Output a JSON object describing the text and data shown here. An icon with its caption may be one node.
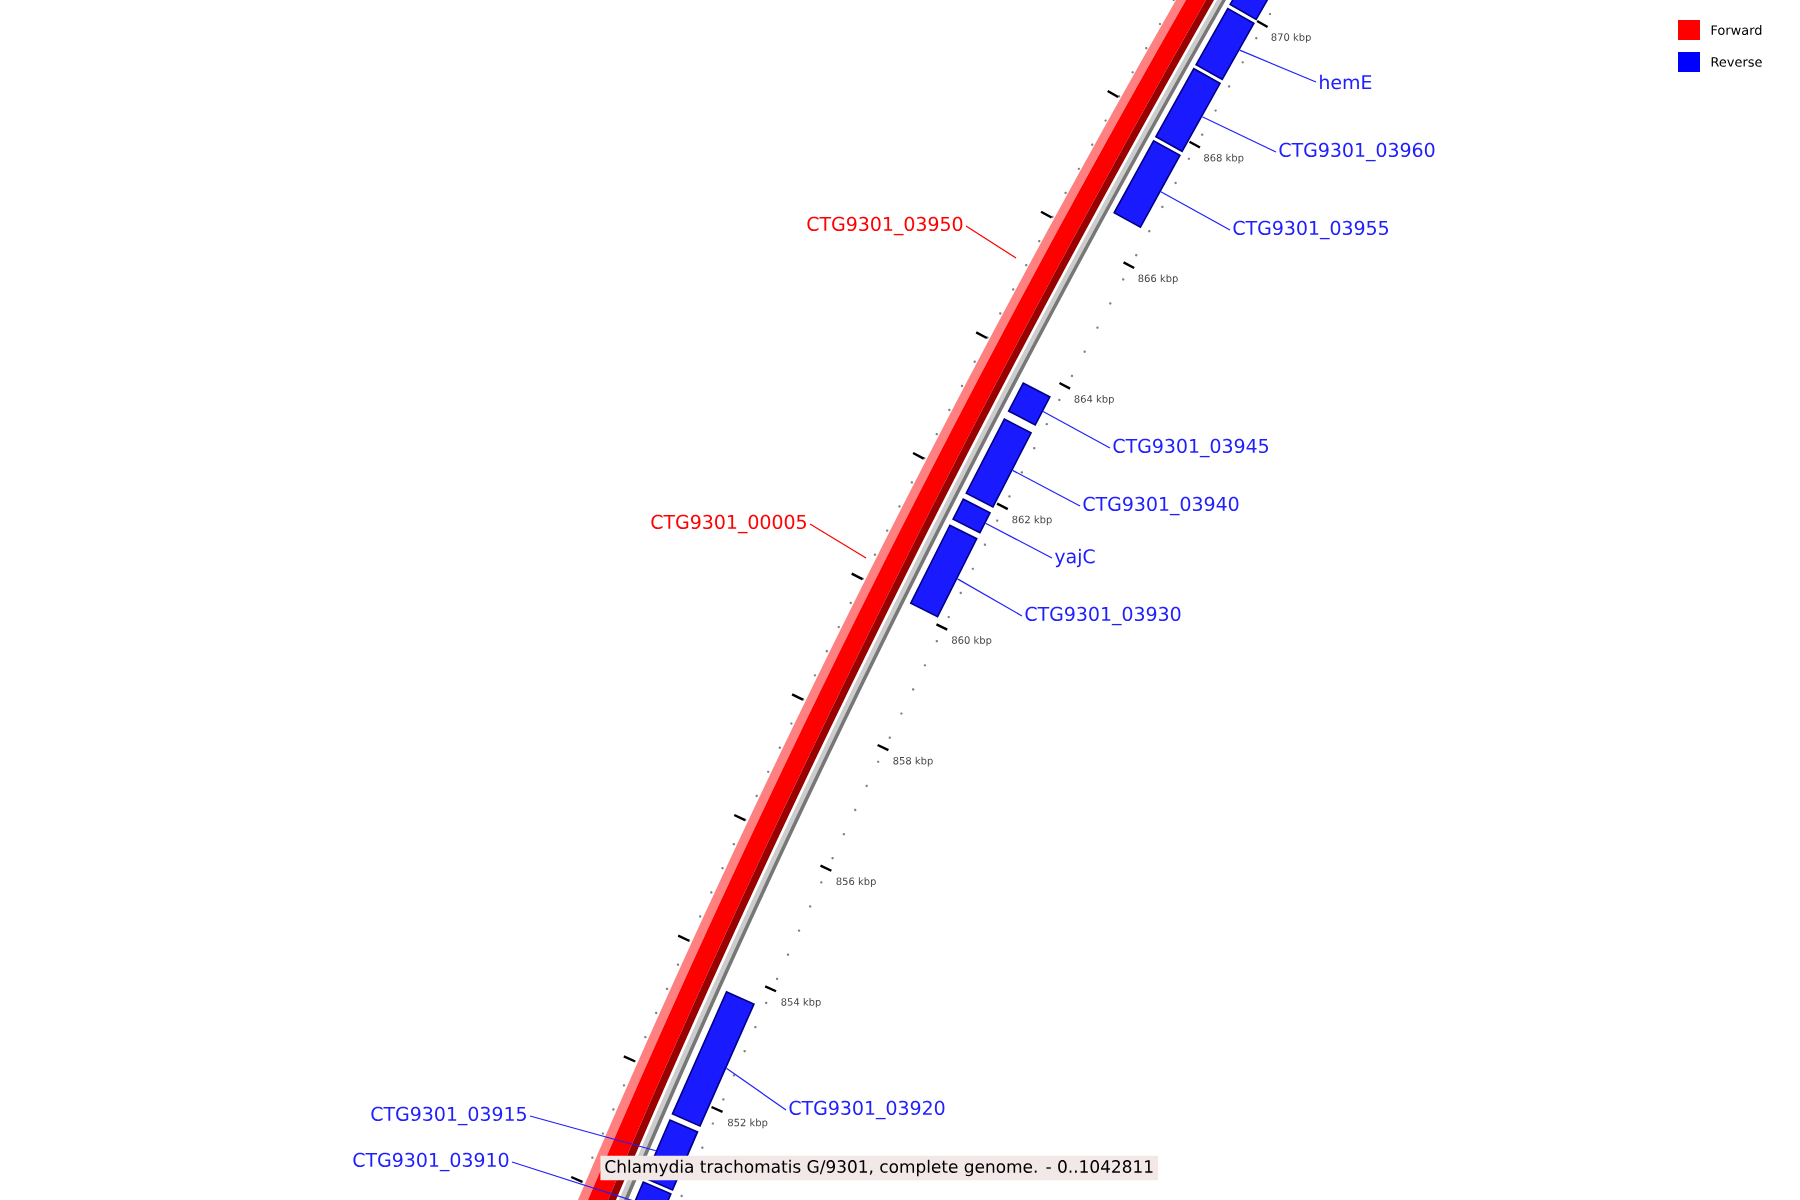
{
  "diagram": {
    "caption": "Chlamydia trachomatis G/9301, complete genome. - 0..1042811",
    "nodes": [
      {
        "text": [],
        "shape": "bar"
      },
      {
        "text": [],
        "shape": "bar"
      },
      {
        "text": [
          "hemE"
        ]
      },
      {
        "text": [],
        "shape": "bar"
      },
      {
        "text": [
          "CTG9301_03960"
        ]
      },
      {
        "text": [],
        "shape": "bar"
      },
      {
        "text": [
          "CTG9301_03955"
        ]
      },
      {
        "text": [
          "CTG9301_03950"
        ]
      },
      {
        "text": [],
        "shape": "bar"
      },
      {
        "text": [
          "CTG9301_03945"
        ]
      },
      {
        "text": [],
        "shape": "bar"
      },
      {
        "text": [
          "CTG9301_03940"
        ]
      },
      {
        "text": [],
        "shape": "bar"
      },
      {
        "text": [
          "yajC"
        ]
      },
      {
        "text": [
          "CTG9301_00005"
        ]
      },
      {
        "text": [],
        "shape": "bar"
      },
      {
        "text": [
          "CTG9301_03930"
        ]
      },
      {
        "text": [],
        "shape": "bar"
      },
      {
        "text": [
          "CTG9301_03920"
        ]
      },
      {
        "text": [
          "CTG9301_03915"
        ]
      },
      {
        "text": [],
        "shape": "bar"
      },
      {
        "text": [
          "CTG9301_03910"
        ]
      },
      {
        "text": [],
        "shape": "bar"
      }
    ],
    "edges": [
      {
        "from": 2,
        "to": 1,
        "arrow": "none"
      },
      {
        "from": 4,
        "to": 3,
        "arrow": "none"
      },
      {
        "from": 6,
        "to": 5,
        "arrow": "none"
      },
      {
        "from": 7,
        "to": null,
        "arrow": "none",
        "color": "#ff0000"
      },
      {
        "from": 9,
        "to": 8,
        "arrow": "none"
      },
      {
        "from": 11,
        "to": 10,
        "arrow": "none"
      },
      {
        "from": 13,
        "to": 12,
        "arrow": "none"
      },
      {
        "from": 14,
        "to": null,
        "arrow": "none",
        "color": "#ff0000"
      },
      {
        "from": 16,
        "to": 15,
        "arrow": "none"
      },
      {
        "from": 18,
        "to": 17,
        "arrow": "none"
      },
      {
        "from": 19,
        "to": 20,
        "arrow": "none"
      },
      {
        "from": 21,
        "to": 22,
        "arrow": "none"
      }
    ],
    "labels": [
      "870 kbp",
      "868 kbp",
      "866 kbp",
      "864 kbp",
      "862 kbp",
      "860 kbp",
      "858 kbp",
      "856 kbp",
      "854 kbp",
      "852 kbp"
    ],
    "legend": [
      {
        "text": "Forward",
        "color": "#ff0000"
      },
      {
        "text": "Reverse",
        "color": "#0000ff"
      }
    ]
  }
}
